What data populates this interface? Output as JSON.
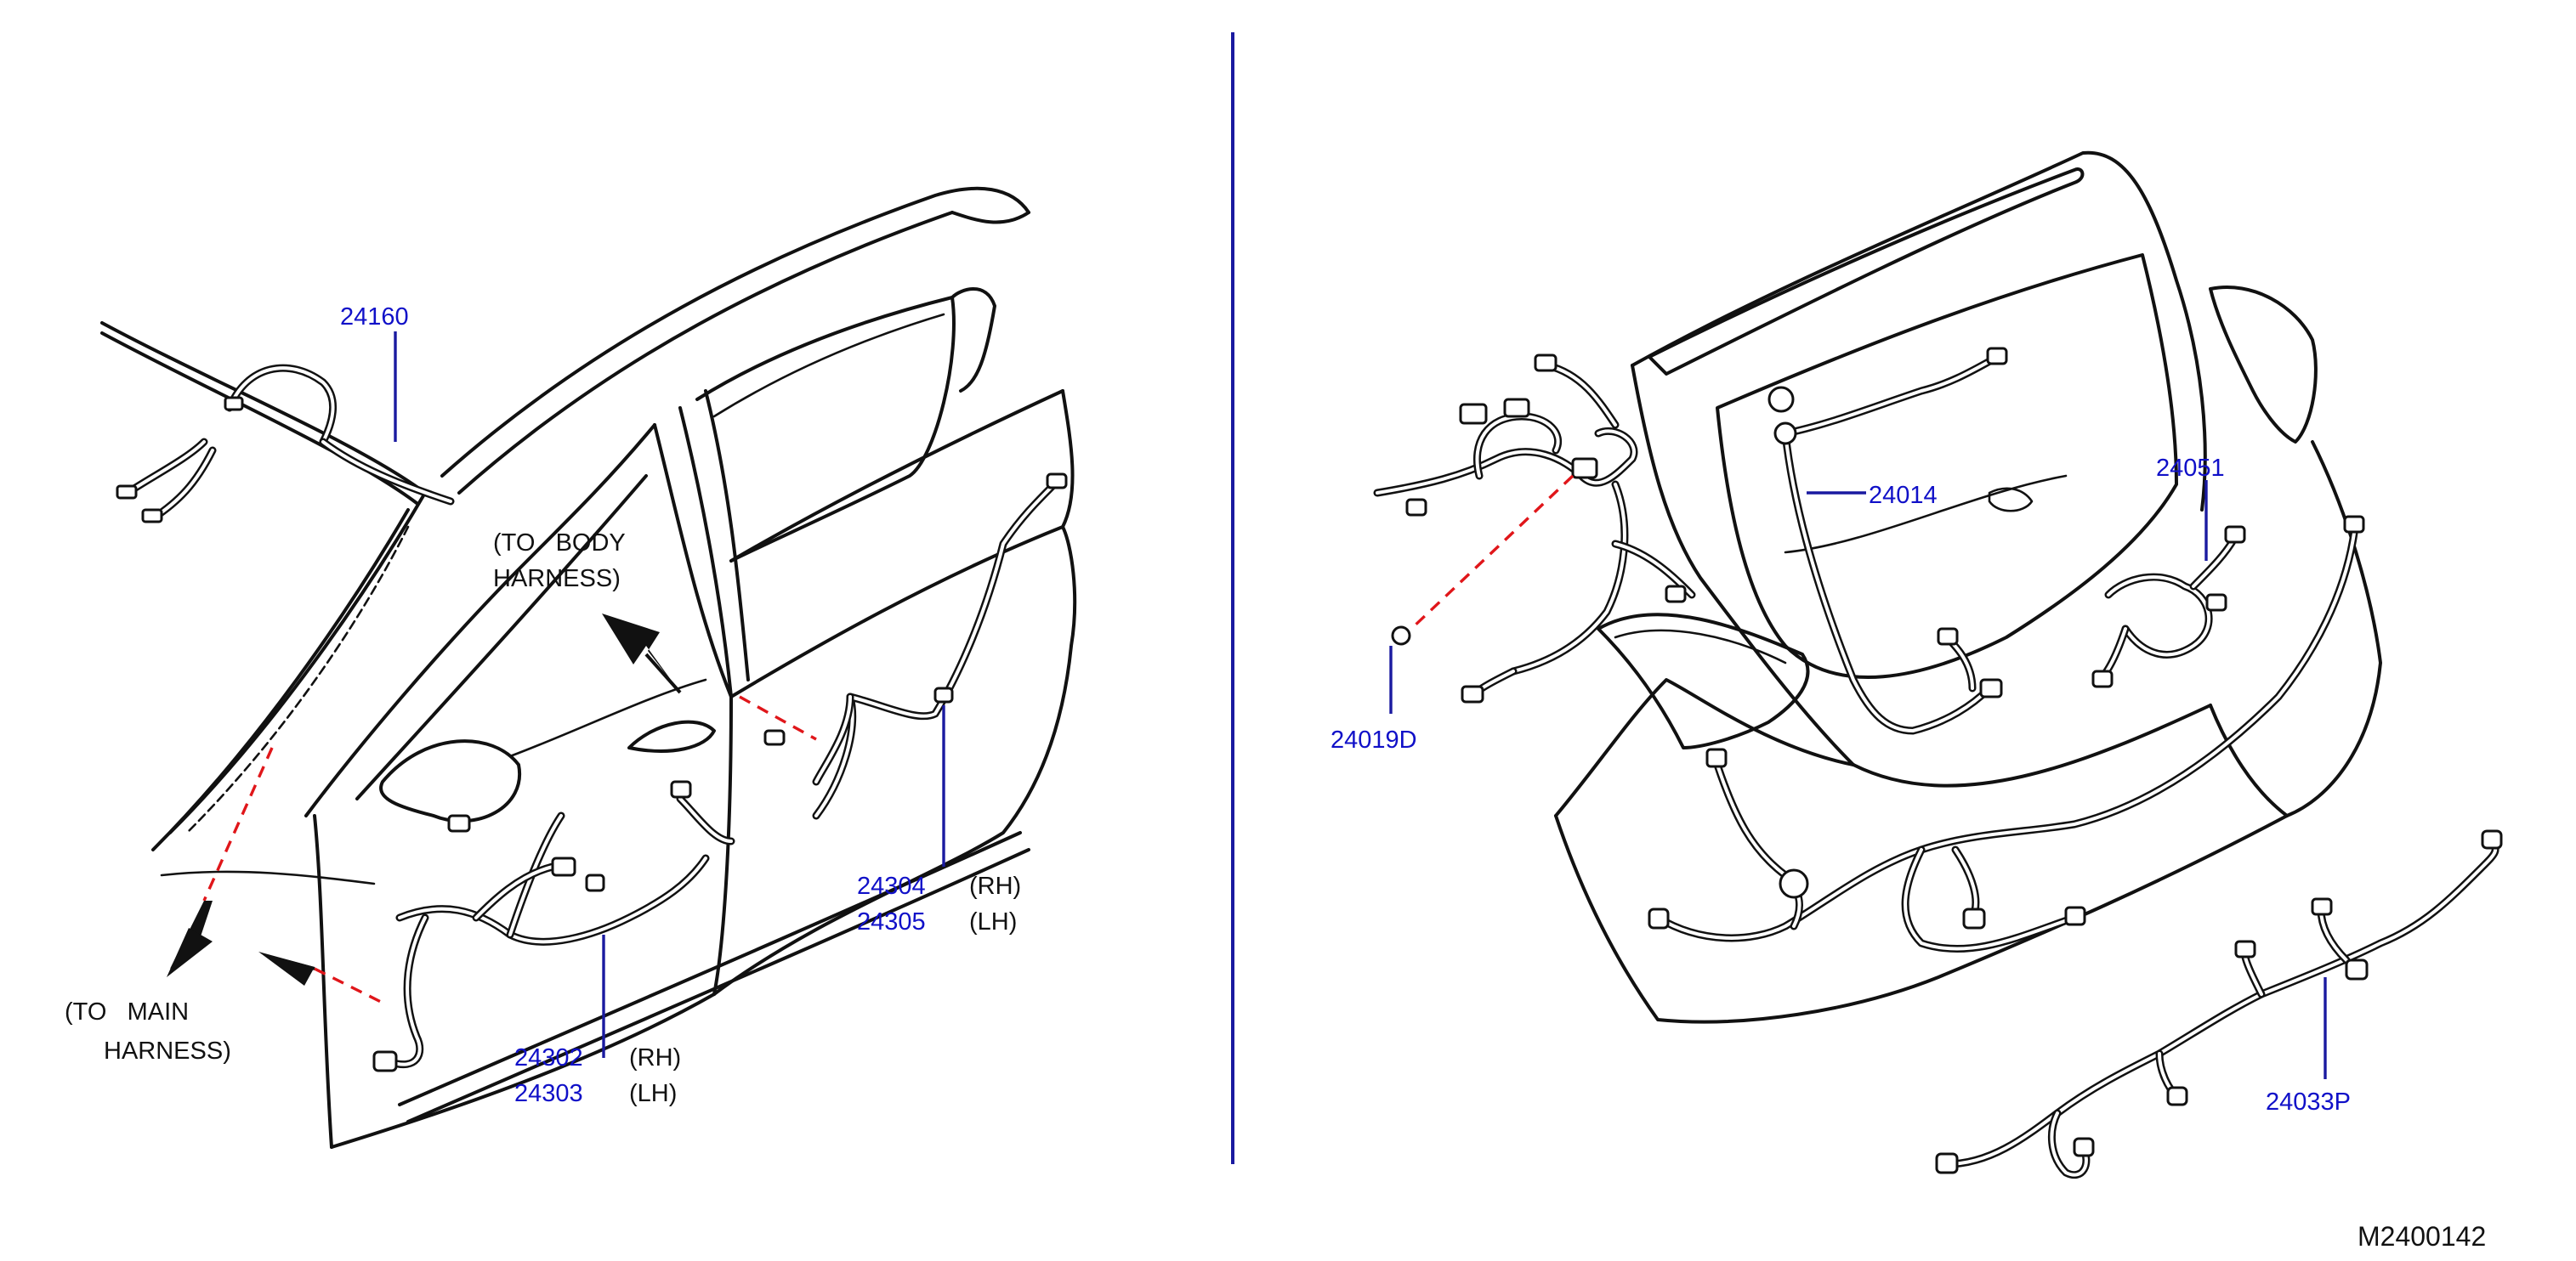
{
  "diagram_code": "M2400142",
  "parts": {
    "p24160": "24160",
    "p24302": "24302",
    "p24302_side": "(RH)",
    "p24303": "24303",
    "p24303_side": "(LH)",
    "p24304": "24304",
    "p24304_side": "(RH)",
    "p24305": "24305",
    "p24305_side": "(LH)",
    "p24014": "24014",
    "p24051": "24051",
    "p24019D": "24019D",
    "p24033P": "24033P"
  },
  "notes": {
    "to_body_line1": "(TO   BODY",
    "to_body_line2": "HARNESS)",
    "to_main_line1": "(TO   MAIN",
    "to_main_line2": "HARNESS)"
  },
  "colors": {
    "part_number": "#1010c8",
    "divider": "#1a1aa0",
    "connection_dash": "#e0161a"
  }
}
